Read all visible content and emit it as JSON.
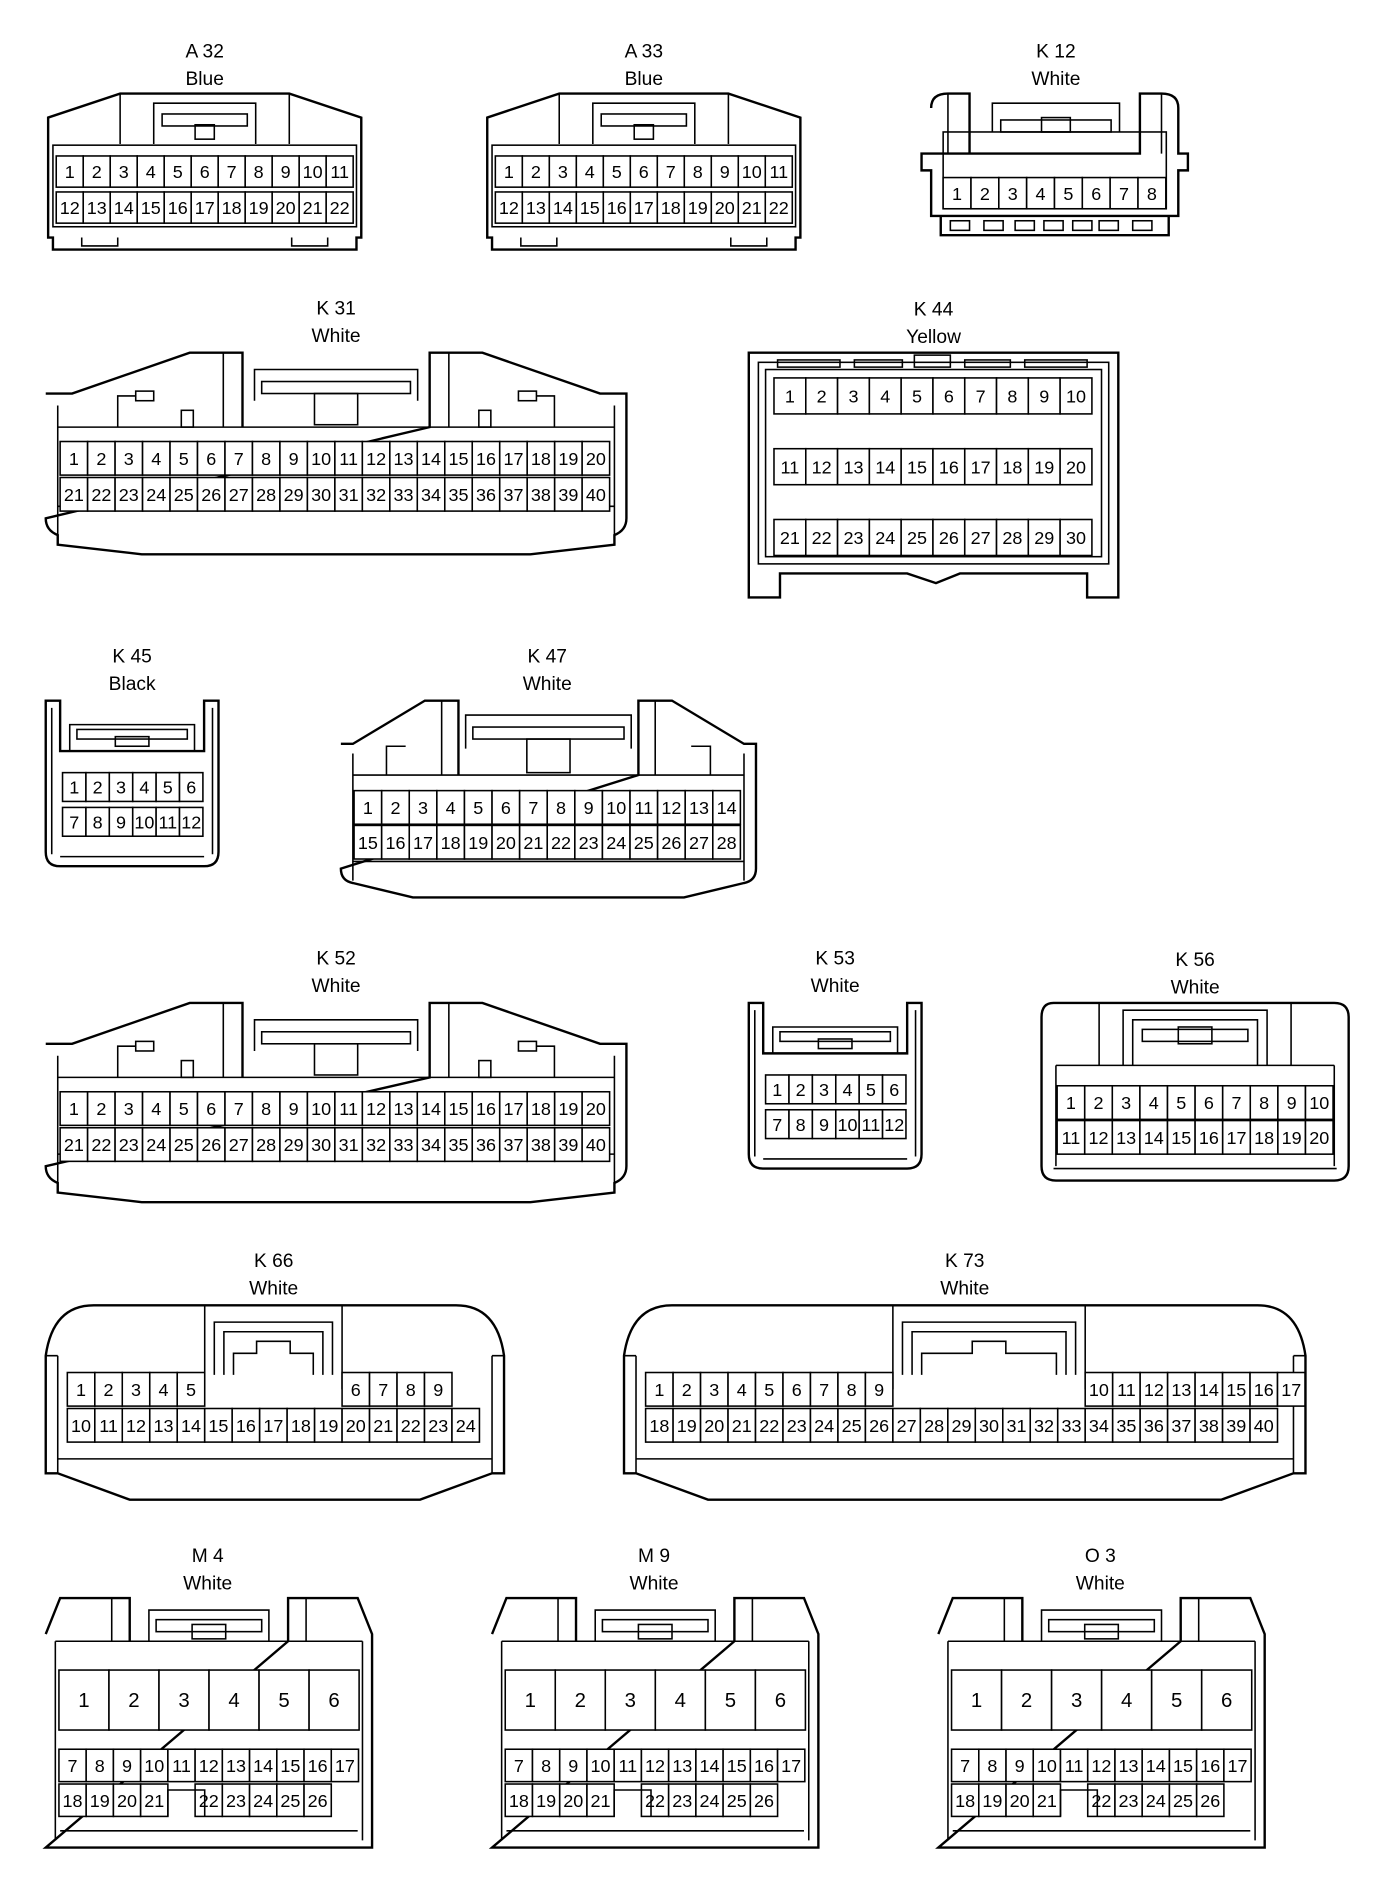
{
  "connectors": [
    {
      "code": "A 32",
      "color": "Blue",
      "style": "tab",
      "rows": [
        [
          1,
          2,
          3,
          4,
          5,
          6,
          7,
          8,
          9,
          10,
          11
        ],
        [
          12,
          13,
          14,
          15,
          16,
          17,
          18,
          19,
          20,
          21,
          22
        ]
      ]
    },
    {
      "code": "A 33",
      "color": "Blue",
      "style": "tab",
      "rows": [
        [
          1,
          2,
          3,
          4,
          5,
          6,
          7,
          8,
          9,
          10,
          11
        ],
        [
          12,
          13,
          14,
          15,
          16,
          17,
          18,
          19,
          20,
          21,
          22
        ]
      ]
    },
    {
      "code": "K 12",
      "color": "White",
      "style": "small",
      "rows": [
        [
          1,
          2,
          3,
          4,
          5,
          6,
          7,
          8
        ]
      ]
    },
    {
      "code": "K 31",
      "color": "White",
      "style": "wide",
      "rows": [
        [
          1,
          2,
          3,
          4,
          5,
          6,
          7,
          8,
          9,
          10,
          11,
          12,
          13,
          14,
          15,
          16,
          17,
          18,
          19,
          20
        ],
        [
          21,
          22,
          23,
          24,
          25,
          26,
          27,
          28,
          29,
          30,
          31,
          32,
          33,
          34,
          35,
          36,
          37,
          38,
          39,
          40
        ]
      ]
    },
    {
      "code": "K 44",
      "color": "Yellow",
      "style": "box",
      "rows": [
        [
          1,
          2,
          3,
          4,
          5,
          6,
          7,
          8,
          9,
          10
        ],
        [
          11,
          12,
          13,
          14,
          15,
          16,
          17,
          18,
          19,
          20
        ],
        [
          21,
          22,
          23,
          24,
          25,
          26,
          27,
          28,
          29,
          30
        ]
      ]
    },
    {
      "code": "K 45",
      "color": "Black",
      "style": "mini",
      "rows": [
        [
          1,
          2,
          3,
          4,
          5,
          6
        ],
        [
          7,
          8,
          9,
          10,
          11,
          12
        ]
      ]
    },
    {
      "code": "K 47",
      "color": "White",
      "style": "wide",
      "rows": [
        [
          1,
          2,
          3,
          4,
          5,
          6,
          7,
          8,
          9,
          10,
          11,
          12,
          13,
          14
        ],
        [
          15,
          16,
          17,
          18,
          19,
          20,
          21,
          22,
          23,
          24,
          25,
          26,
          27,
          28
        ]
      ]
    },
    {
      "code": "K 52",
      "color": "White",
      "style": "wide",
      "rows": [
        [
          1,
          2,
          3,
          4,
          5,
          6,
          7,
          8,
          9,
          10,
          11,
          12,
          13,
          14,
          15,
          16,
          17,
          18,
          19,
          20
        ],
        [
          21,
          22,
          23,
          24,
          25,
          26,
          27,
          28,
          29,
          30,
          31,
          32,
          33,
          34,
          35,
          36,
          37,
          38,
          39,
          40
        ]
      ]
    },
    {
      "code": "K 53",
      "color": "White",
      "style": "mini",
      "rows": [
        [
          1,
          2,
          3,
          4,
          5,
          6
        ],
        [
          7,
          8,
          9,
          10,
          11,
          12
        ]
      ]
    },
    {
      "code": "K 56",
      "color": "White",
      "style": "rect",
      "rows": [
        [
          1,
          2,
          3,
          4,
          5,
          6,
          7,
          8,
          9,
          10
        ],
        [
          11,
          12,
          13,
          14,
          15,
          16,
          17,
          18,
          19,
          20
        ]
      ]
    },
    {
      "code": "K 66",
      "color": "White",
      "style": "gap",
      "rows": [
        [
          1,
          2,
          3,
          4,
          5,
          null,
          null,
          null,
          null,
          null,
          6,
          7,
          8,
          9
        ],
        [
          10,
          11,
          12,
          13,
          14,
          15,
          16,
          17,
          18,
          19,
          20,
          21,
          22,
          23,
          24
        ]
      ]
    },
    {
      "code": "K 73",
      "color": "White",
      "style": "gap",
      "rows": [
        [
          1,
          2,
          3,
          4,
          5,
          6,
          7,
          8,
          9,
          null,
          null,
          null,
          null,
          null,
          null,
          null,
          10,
          11,
          12,
          13,
          14,
          15,
          16,
          17
        ],
        [
          18,
          19,
          20,
          21,
          22,
          23,
          24,
          25,
          26,
          27,
          28,
          29,
          30,
          31,
          32,
          33,
          34,
          35,
          36,
          37,
          38,
          39,
          40
        ]
      ]
    },
    {
      "code": "M 4",
      "color": "White",
      "style": "power",
      "big": [
        1,
        2,
        3,
        4,
        5,
        6
      ],
      "rows": [
        [
          7,
          8,
          9,
          10,
          11,
          12,
          13,
          14,
          15,
          16,
          17
        ],
        [
          18,
          19,
          20,
          21,
          null,
          22,
          23,
          24,
          25,
          26
        ]
      ]
    },
    {
      "code": "M 9",
      "color": "White",
      "style": "power",
      "big": [
        1,
        2,
        3,
        4,
        5,
        6
      ],
      "rows": [
        [
          7,
          8,
          9,
          10,
          11,
          12,
          13,
          14,
          15,
          16,
          17
        ],
        [
          18,
          19,
          20,
          21,
          null,
          22,
          23,
          24,
          25,
          26
        ]
      ]
    },
    {
      "code": "O 3",
      "color": "White",
      "style": "power",
      "big": [
        1,
        2,
        3,
        4,
        5,
        6
      ],
      "rows": [
        [
          7,
          8,
          9,
          10,
          11,
          12,
          13,
          14,
          15,
          16,
          17
        ],
        [
          18,
          19,
          20,
          21,
          null,
          22,
          23,
          24,
          25,
          26
        ]
      ]
    }
  ]
}
